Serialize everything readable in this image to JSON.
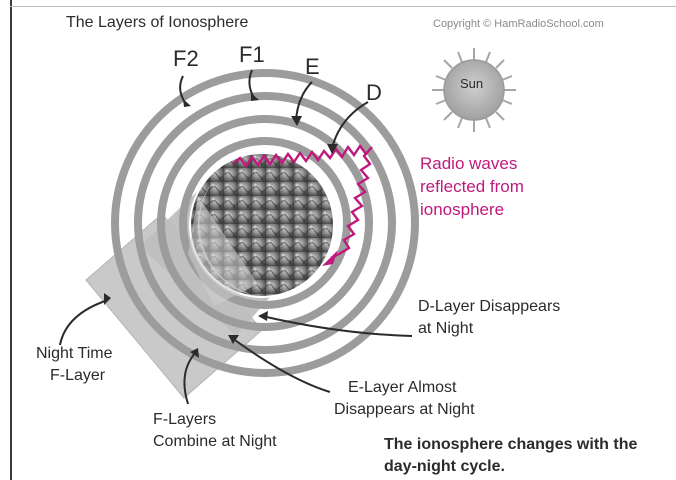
{
  "title": "The Layers of Ionosphere",
  "copyright": "Copyright © HamRadioSchool.com",
  "layers": {
    "f2": "F2",
    "f1": "F1",
    "e": "E",
    "d": "D"
  },
  "sun_label": "Sun",
  "radio_waves": {
    "line1": "Radio waves",
    "line2": "reflected from",
    "line3": "ionosphere"
  },
  "d_layer_note": {
    "line1": "D-Layer Disappears",
    "line2": "at Night"
  },
  "night_f_layer": {
    "line1": "Night Time",
    "line2": "F-Layer"
  },
  "e_layer_note": {
    "line1": "E-Layer Almost",
    "line2": "Disappears at Night"
  },
  "f_layers_note": {
    "line1": "F-Layers",
    "line2": "Combine at Night"
  },
  "caption": {
    "line1": "The ionosphere changes with the",
    "line2": "day-night cycle."
  },
  "colors": {
    "ring": "#9a9a9a",
    "night_shadow": "#c4c4c4",
    "radio": "#c0197c",
    "sun": "#a8a8a8"
  }
}
